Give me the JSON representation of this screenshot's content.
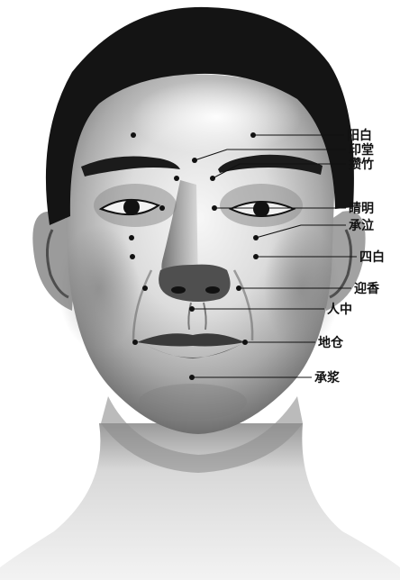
{
  "points": [
    {
      "name": "阳白"
    },
    {
      "name": "印堂"
    },
    {
      "name": "攒竹"
    },
    {
      "name": "睛明"
    },
    {
      "name": "承泣"
    },
    {
      "name": "四白"
    },
    {
      "name": "迎香"
    },
    {
      "name": "人中"
    },
    {
      "name": "地仓"
    },
    {
      "name": "承浆"
    }
  ],
  "colors": {
    "ink": "#111111",
    "skin_light": "#f4f4f4",
    "skin_mid": "#bdbdbd",
    "skin_dark": "#6a6a6a",
    "hair": "#141414",
    "background": "#ffffff"
  }
}
